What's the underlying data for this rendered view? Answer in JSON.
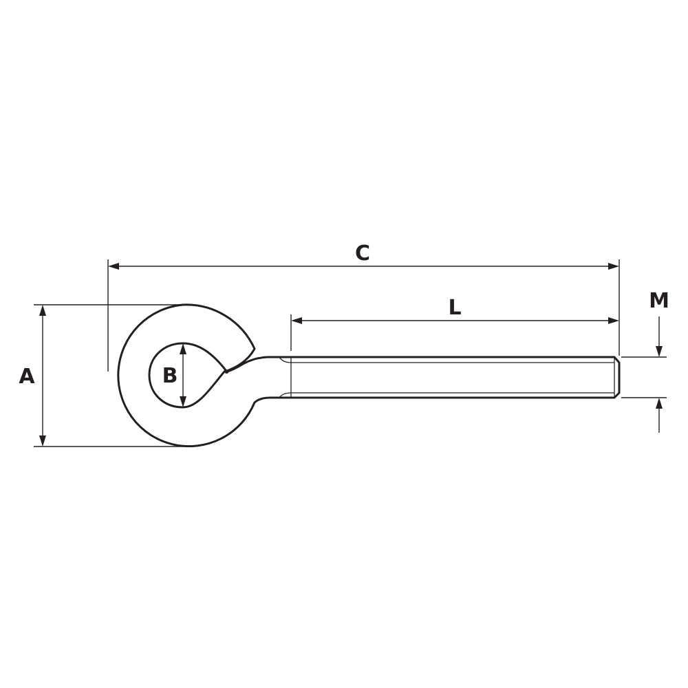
{
  "diagram": {
    "labels": {
      "A": "A",
      "B": "B",
      "C": "C",
      "L": "L",
      "M": "M"
    },
    "colors": {
      "line": "#231f20",
      "background": "#ffffff"
    }
  }
}
